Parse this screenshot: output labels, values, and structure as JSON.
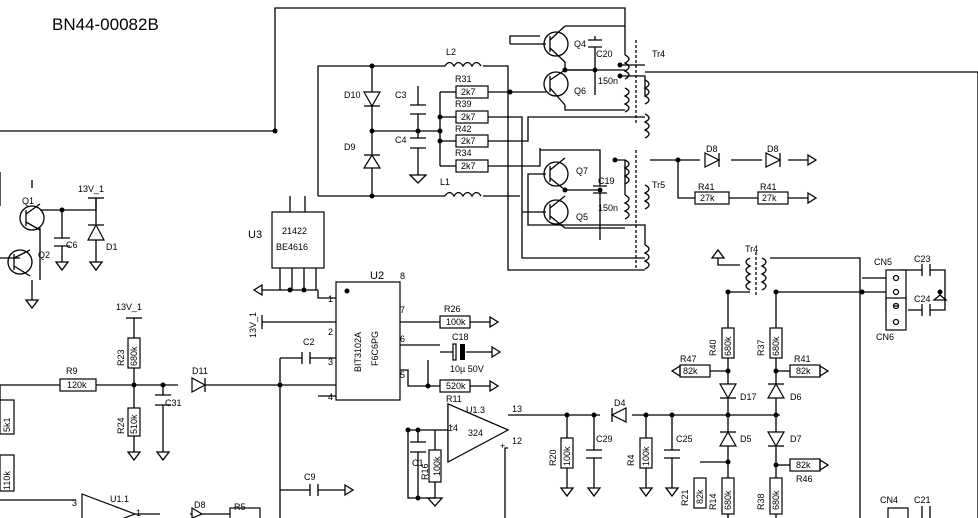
{
  "title": "BN44-00082B",
  "labels": {
    "L2": "L2",
    "L1": "L1",
    "Q4": "Q4",
    "Q6": "Q6",
    "Q7": "Q7",
    "Q5": "Q5",
    "C20": "C20",
    "C19": "C19",
    "C20v": "150n",
    "C19v": "150n",
    "Tr4a": "Tr4",
    "Tr5": "Tr5",
    "Tr4b": "Tr4",
    "D10": "D10",
    "D9": "D9",
    "C3": "C3",
    "C4": "C4",
    "R31": "R31",
    "R39": "R39",
    "R42": "R42",
    "R34": "R34",
    "D8a": "D8",
    "D8b": "D8",
    "R41a": "R41",
    "R41b": "R41",
    "U3": "U3",
    "U3n1": "21422",
    "U3n2": "BE4616",
    "U2": "U2",
    "U2n1": "BIT3102A",
    "U2n2": "F6C6PG",
    "Q1": "Q1",
    "Q2": "Q2",
    "C6": "C6",
    "D1": "D1",
    "V13a": "13V_1",
    "V13b": "13V_1",
    "V13c": "13V_1",
    "R26": "R26",
    "C18": "C18",
    "C18v": "10µ 50V",
    "R11": "R11",
    "R9": "R9",
    "R23": "R23",
    "R24": "R24",
    "C31": "C31",
    "D11": "D11",
    "C2": "C2",
    "C9": "C9",
    "C1": "C1",
    "R16": "R16",
    "U13": "U1.3",
    "D4": "D4",
    "C29": "C29",
    "R20": "R20",
    "R4": "R4",
    "C25": "C25",
    "R21": "R21",
    "R14": "R14",
    "D5": "D5",
    "D17": "D17",
    "R40": "R40",
    "R47": "R47",
    "R37": "R37",
    "R41c": "R41",
    "D6": "D6",
    "D7": "D7",
    "R46": "R46",
    "R38": "R38",
    "CN5": "CN5",
    "CN6": "CN6",
    "C23": "C23",
    "C24": "C24",
    "CN4": "CN4",
    "C21": "C21",
    "U11": "U1.1",
    "D8c": "D8",
    "R5": "R5"
  },
  "values": {
    "R31": "2k7",
    "R39": "2k7",
    "R42": "2k7",
    "R34": "2k7",
    "R41a": "27k",
    "R41b": "27k",
    "R26": "100k",
    "R11": "520k",
    "R9": "120k",
    "R23": "680k",
    "R24": "510k",
    "R16": "100k",
    "R20": "100k",
    "R4": "100k",
    "R21": "82k",
    "R14": "680k",
    "R40": "680k",
    "R47": "82k",
    "R37": "680k",
    "R41c": "82k",
    "R46": "82k",
    "R38": "680k",
    "Rl1": "5k1",
    "Rl2": "110k",
    "U13": "324"
  },
  "pins": {
    "p1": "1",
    "p2": "2",
    "p3": "3",
    "p4": "4",
    "p5": "5",
    "p6": "6",
    "p7": "7",
    "p8": "8",
    "p13": "13",
    "p14": "14",
    "p12": "12",
    "p3b": "3",
    "p1b": "1",
    "opm": "-",
    "opp": "+"
  }
}
